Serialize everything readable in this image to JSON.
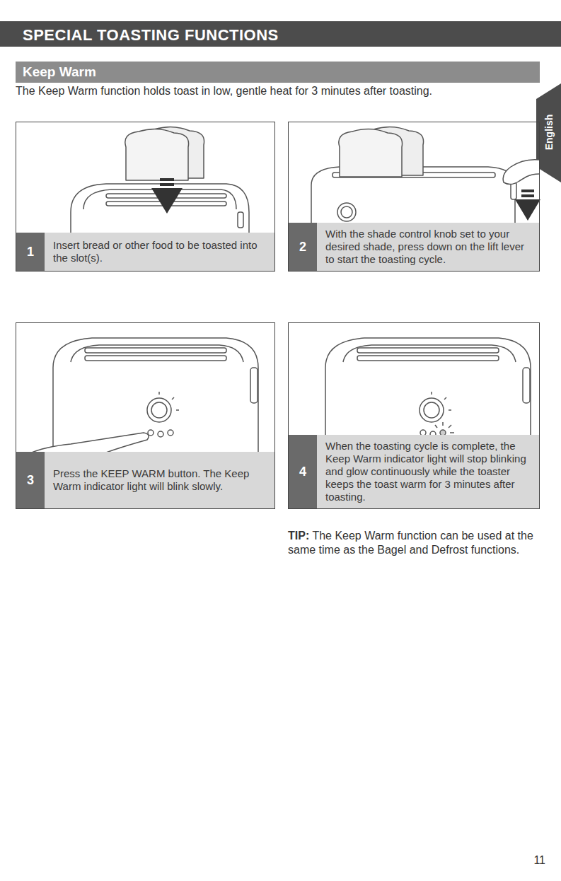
{
  "diagram": {
    "title": "SPECIAL TOASTING FUNCTIONS",
    "nodes": [
      {
        "text": [
          "Keep Warm"
        ]
      },
      {
        "text": [
          "1",
          "Insert bread or other food to be toasted into the slot(s)."
        ]
      },
      {
        "text": [
          "2",
          "With the shade control knob set to your desired shade, press down on the lift lever to start the toasting cycle."
        ]
      },
      {
        "text": [
          "3",
          "Press the KEEP WARM button. The Keep Warm indicator light will blink slowly."
        ]
      },
      {
        "text": [
          "4",
          "When the toasting cycle is complete, the Keep Warm indicator light will stop blinking and glow continuously while the toaster keeps the toast warm for 3 minutes after toasting."
        ]
      }
    ],
    "labels": [
      "The Keep Warm function holds toast in low, gentle heat for 3 minutes after toasting.",
      "English",
      "TIP:",
      "The Keep Warm function can be used at the same time as the Bagel and Defrost functions.",
      "11"
    ]
  }
}
